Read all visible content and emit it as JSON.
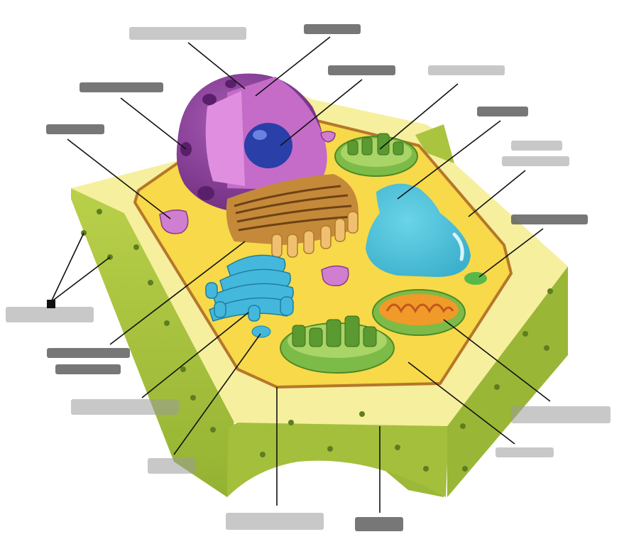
{
  "diagram": {
    "labels_hidden": true,
    "colors": {
      "cell_wall": "#a8c43a",
      "cell_wall_light": "#c9db6a",
      "membrane_band": "#f4ec9c",
      "cytoplasm": "#f7dc4a",
      "membrane_line": "#b5772a",
      "nucleus": "#8e3e9c",
      "nucleus_inner": "#d27cd2",
      "nucleolus": "#2a3fa8",
      "vacuole": "#4ec4dc",
      "golgi": "#44b8dc",
      "er": "#c48a3a",
      "chloroplast": "#7dbb48",
      "mitochondrion": "#f09a2a",
      "vesicle": "#c86cc8"
    },
    "structures": [
      {
        "id": "cell-wall",
        "icon": "cell-wall-icon"
      },
      {
        "id": "cell-membrane",
        "icon": "membrane-icon"
      },
      {
        "id": "cytoplasm",
        "icon": "cytoplasm-icon"
      },
      {
        "id": "nucleus",
        "icon": "nucleus-icon"
      },
      {
        "id": "nucleolus",
        "icon": "nucleolus-icon"
      },
      {
        "id": "vacuole",
        "icon": "vacuole-icon"
      },
      {
        "id": "golgi",
        "icon": "golgi-icon"
      },
      {
        "id": "rough-er",
        "icon": "er-icon"
      },
      {
        "id": "chloroplast",
        "icon": "chloroplast-icon"
      },
      {
        "id": "mitochondrion",
        "icon": "mitochondrion-icon"
      }
    ]
  }
}
